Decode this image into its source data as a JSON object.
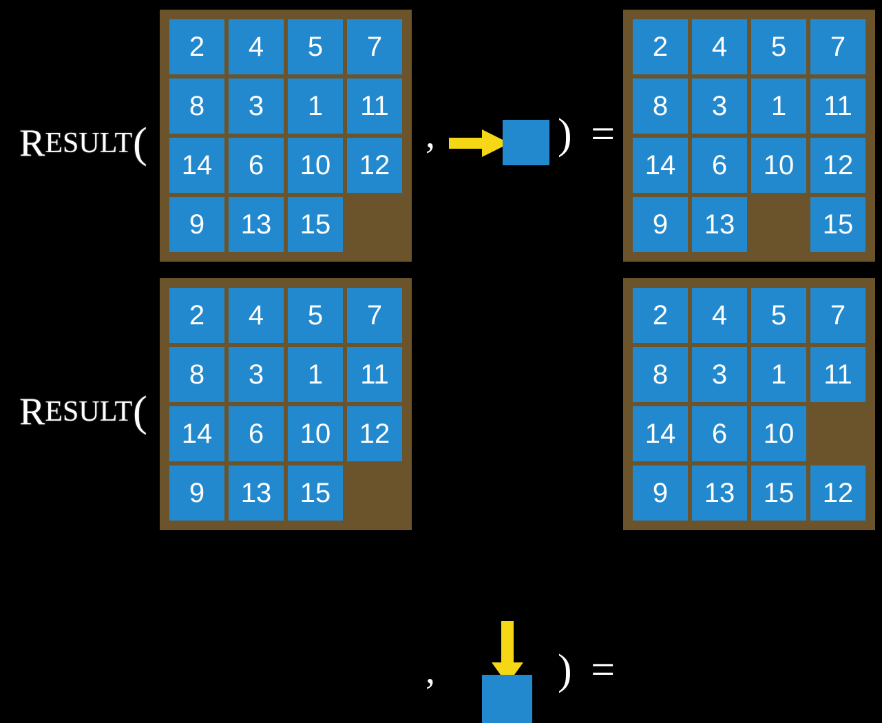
{
  "title": "Result function applied to 15-puzzle states",
  "colors": {
    "background": "#000000",
    "board_frame": "#6b542b",
    "tile": "#2289ce",
    "tile_text": "#ffffff",
    "arrow": "#f5d716",
    "text": "#ffffff"
  },
  "label": {
    "cap": "R",
    "small": "ESULT",
    "paren_open": "(",
    "full_text": "RESULT("
  },
  "operators": {
    "comma": ",",
    "close_equals": ") ="
  },
  "rows": [
    {
      "id": "row-1",
      "action": {
        "name": "move-right",
        "arrow_direction": "right",
        "icon": "arrow-right-icon",
        "blank_tile_label": ""
      },
      "input_board": {
        "name": "input-board-row-1",
        "rows": 4,
        "cols": 4,
        "cells": [
          [
            "2",
            "4",
            "5",
            "7"
          ],
          [
            "8",
            "3",
            "1",
            "11"
          ],
          [
            "14",
            "6",
            "10",
            "12"
          ],
          [
            "9",
            "13",
            "15",
            ""
          ]
        ]
      },
      "output_board": {
        "name": "output-board-row-1",
        "rows": 4,
        "cols": 4,
        "cells": [
          [
            "2",
            "4",
            "5",
            "7"
          ],
          [
            "8",
            "3",
            "1",
            "11"
          ],
          [
            "14",
            "6",
            "10",
            "12"
          ],
          [
            "9",
            "13",
            "",
            "15"
          ]
        ]
      }
    },
    {
      "id": "row-2",
      "action": {
        "name": "move-down",
        "arrow_direction": "down",
        "icon": "arrow-down-icon",
        "blank_tile_label": ""
      },
      "input_board": {
        "name": "input-board-row-2",
        "rows": 4,
        "cols": 4,
        "cells": [
          [
            "2",
            "4",
            "5",
            "7"
          ],
          [
            "8",
            "3",
            "1",
            "11"
          ],
          [
            "14",
            "6",
            "10",
            "12"
          ],
          [
            "9",
            "13",
            "15",
            ""
          ]
        ]
      },
      "output_board": {
        "name": "output-board-row-2",
        "rows": 4,
        "cols": 4,
        "cells": [
          [
            "2",
            "4",
            "5",
            "7"
          ],
          [
            "8",
            "3",
            "1",
            "11"
          ],
          [
            "14",
            "6",
            "10",
            ""
          ],
          [
            "9",
            "13",
            "15",
            "12"
          ]
        ]
      }
    }
  ]
}
